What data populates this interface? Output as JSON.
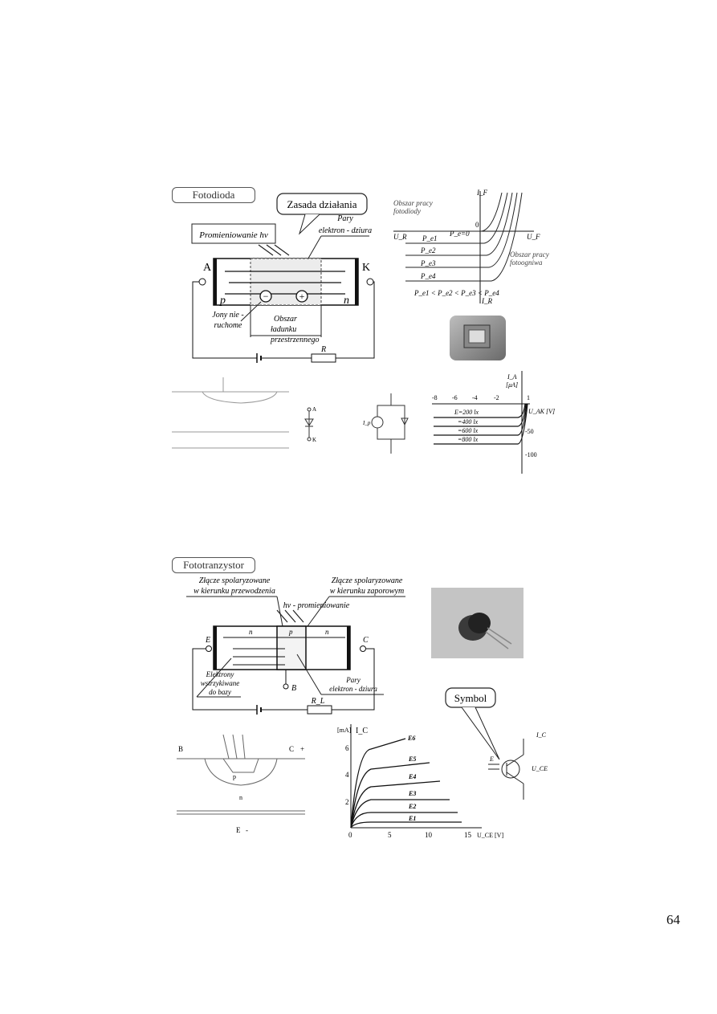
{
  "page_number": "64",
  "fotodioda": {
    "title": "Fotodioda",
    "principle_callout": "Zasada działania",
    "radiation_label": "Promieniowanie hν",
    "pairs_label": [
      "Pary",
      "elektron - dziura"
    ],
    "anode": "A",
    "cathode": "K",
    "p_region": "p",
    "n_region": "n",
    "ions_label": [
      "Jony nie -",
      "ruchome"
    ],
    "space_charge_label": [
      "Obszar",
      "ładunku",
      "przestrzennego"
    ],
    "resistor": "R",
    "graph_upper": {
      "photodiode_region": [
        "Obszar pracy",
        "fotodiody"
      ],
      "photoelement_region": [
        "Obszar pracy",
        "fotoogniwa"
      ],
      "axis_if": "I_F",
      "axis_uf": "U_F",
      "axis_ur": "U_R",
      "axis_ir": "I_R",
      "origin": "0",
      "curves": [
        "P_e=0",
        "P_e1",
        "P_e2",
        "P_e3",
        "P_e4"
      ],
      "relation": "P_e1 < P_e2 < P_e3 < P_e4"
    },
    "symbol_labels": [
      "A",
      "K"
    ],
    "equivalent_source": "I_p",
    "graph_lower": {
      "y_axis": [
        "I_A",
        "[μA]"
      ],
      "x_axis": "U_AK [V]",
      "x_ticks": [
        "-8",
        "-6",
        "-4",
        "-2",
        "1"
      ],
      "y_ticks": [
        "-50",
        "-100"
      ],
      "curves": [
        "E=200 lx",
        "=400 lx",
        "=600 lx",
        "=800 lx"
      ]
    }
  },
  "fototranzystor": {
    "title": "Fototranzystor",
    "junction_forward": [
      "Złącze spolaryzowane",
      "w kierunku przewodzenia"
    ],
    "junction_reverse": [
      "Złącze spolaryzowane",
      "w kierunku zaporowym"
    ],
    "radiation_label": "hν - promieniowanie",
    "emitter": "E",
    "collector": "C",
    "base": "B",
    "regions": [
      "n",
      "p",
      "n"
    ],
    "electrons_label": [
      "Elektrony",
      "wstrzykiwane",
      "do bazy"
    ],
    "pairs_label": [
      "Pary",
      "elektron - dziura"
    ],
    "resistor": "R_L",
    "symbol_callout": "Symbol",
    "graph": {
      "y_axis": "[mA]",
      "y_name": "I_C",
      "x_axis": "U_CE [V]",
      "x_ticks": [
        "0",
        "5",
        "10",
        "15"
      ],
      "y_ticks": [
        "2",
        "4",
        "6"
      ],
      "curves": [
        "E6",
        "E5",
        "E4",
        "E3",
        "E2",
        "E1"
      ]
    },
    "symbol_labels": [
      "E",
      "I_C",
      "U_CE"
    ],
    "cross_section_labels": [
      "B",
      "C",
      "+",
      "E",
      "-",
      "n",
      "p"
    ]
  }
}
